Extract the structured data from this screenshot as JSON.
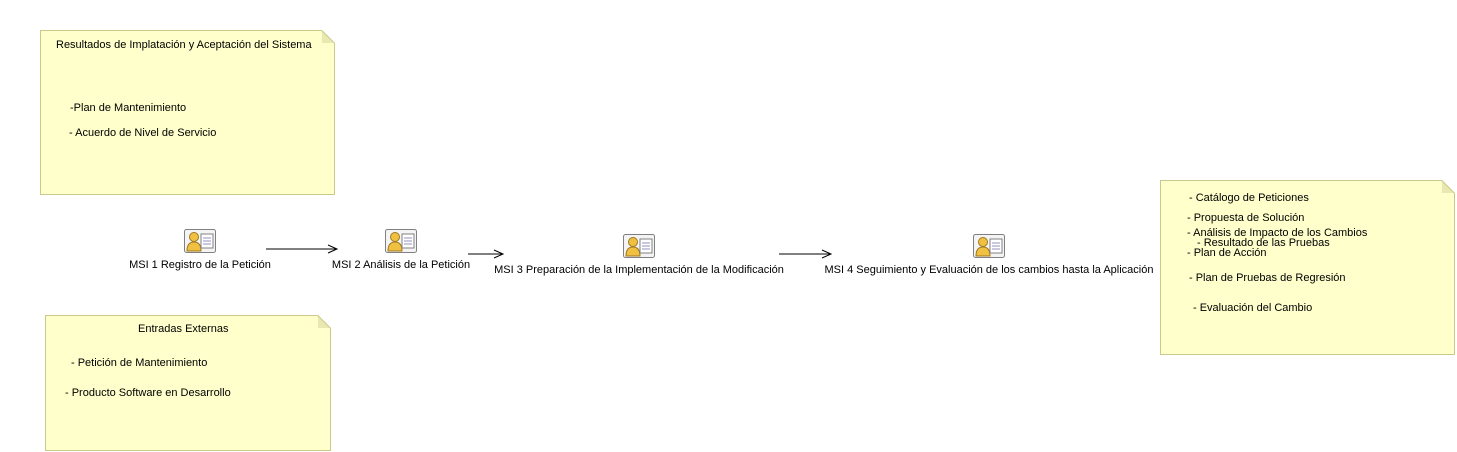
{
  "notes": {
    "resultados": {
      "title": "Resultados  de Implatación y Aceptación del Sistema",
      "lines": [
        "-Plan de Mantenimiento",
        "- Acuerdo de Nivel de Servicio"
      ]
    },
    "entradas": {
      "title": "Entradas Externas",
      "lines": [
        "- Petición de Mantenimiento",
        "- Producto Software en Desarrollo"
      ]
    },
    "productos": {
      "lines": [
        "- Catálogo de Peticiones",
        "- Propuesta de Solución",
        "- Análisis de Impacto de los Cambios",
        "- Resultado de las Pruebas",
        "- Plan de Acción",
        "- Plan de Pruebas de Regresión",
        "- Evaluación del Cambio"
      ]
    }
  },
  "processes": [
    {
      "label": "MSI 1 Registro de la Petición",
      "icon": "process-icon"
    },
    {
      "label": "MSI 2 Análisis de la Petición",
      "icon": "process-icon"
    },
    {
      "label": "MSI 3 Preparación de la Implementación de la Modificación",
      "icon": "process-icon"
    },
    {
      "label": "MSI 4 Seguimiento y Evaluación de los cambios hasta la Aplicación",
      "icon": "process-icon"
    }
  ],
  "colors": {
    "note_fill": "#ffffcc",
    "note_border": "#c9c98a",
    "icon_accent": "#f0c040"
  }
}
